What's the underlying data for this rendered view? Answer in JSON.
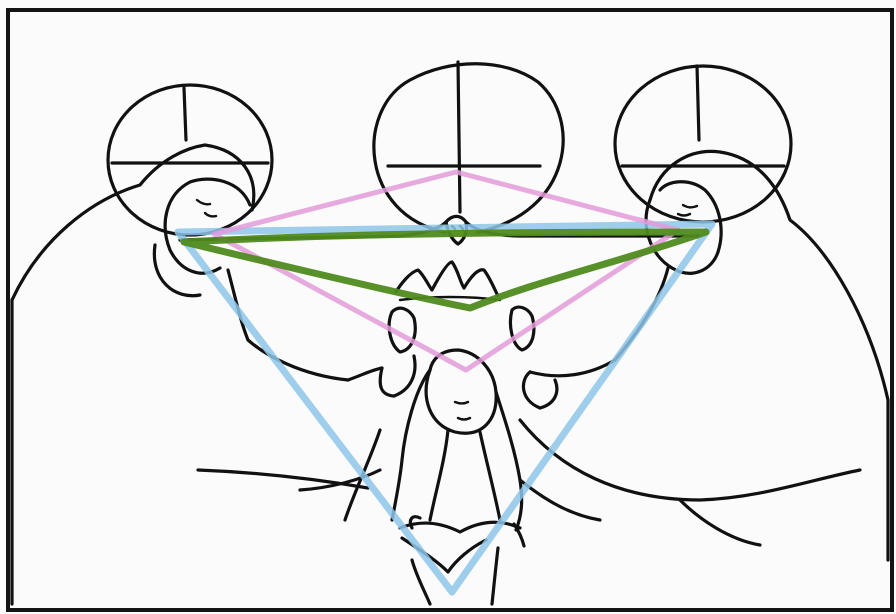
{
  "figure": {
    "description_visible_text": "",
    "colors": {
      "ink": "#111111",
      "background": "#fbfbfb",
      "blue_triangle": "#8ec6ea",
      "pink_diamond": "#e29bd8",
      "green_lens": "#4f8a1e"
    },
    "overlays": [
      {
        "name": "blue-triangle",
        "color": "#8ec6ea"
      },
      {
        "name": "pink-diamond",
        "color": "#e29bd8"
      },
      {
        "name": "green-lens",
        "color": "#4f8a1e"
      }
    ]
  }
}
